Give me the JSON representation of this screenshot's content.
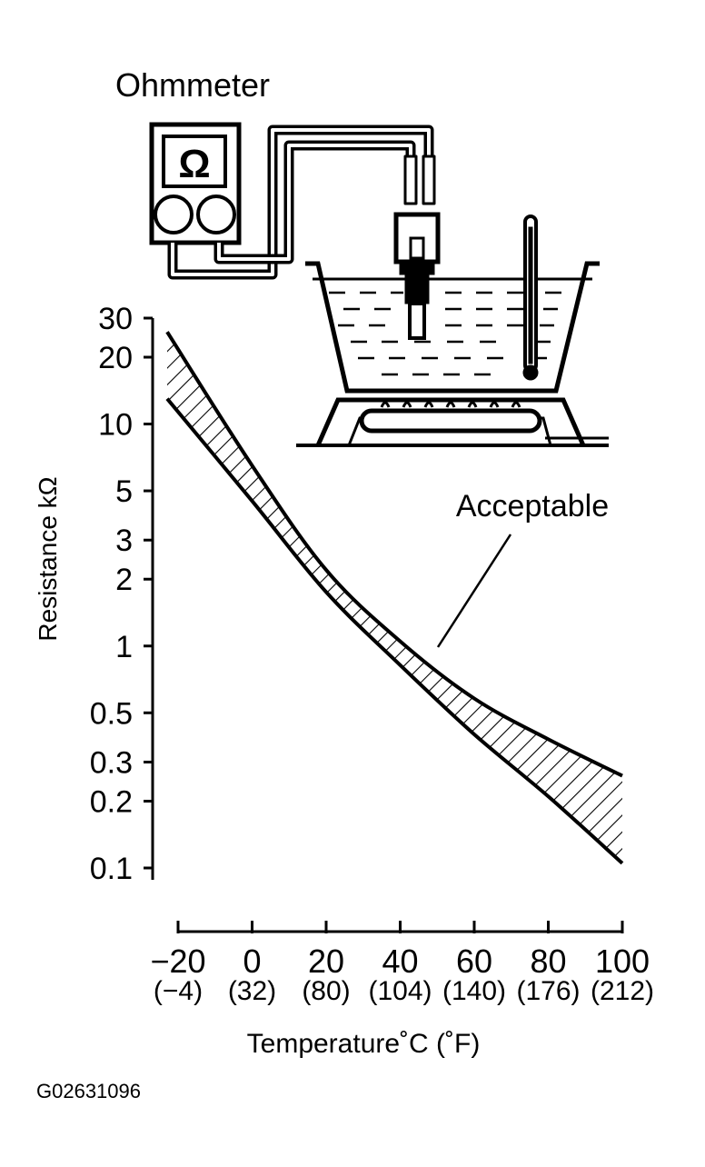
{
  "diagram": {
    "meter_label": "Ohmmeter",
    "meter_symbol": "Ω",
    "meter_icon": "ohmmeter-icon",
    "thermometer_icon": "thermometer-icon",
    "heater_icon": "burner-icon"
  },
  "chart_data": {
    "type": "area",
    "ylabel": "Resistance kΩ",
    "xlabel": "Temperature˚C (˚F)",
    "x_scale": "linear",
    "y_scale": "log",
    "xlim": [
      -20,
      100
    ],
    "ylim": [
      0.1,
      30
    ],
    "x_ticks": [
      -20,
      0,
      20,
      40,
      60,
      80,
      100
    ],
    "x_tick_labels": [
      "−20",
      "0",
      "20",
      "40",
      "60",
      "80",
      "100"
    ],
    "x_tick_labels_f": [
      "(−4)",
      "(32)",
      "(80)",
      "(104)",
      "(140)",
      "(176)",
      "(212)"
    ],
    "y_ticks": [
      0.1,
      0.2,
      0.3,
      0.5,
      1,
      2,
      3,
      5,
      10,
      20,
      30
    ],
    "y_tick_labels": [
      "0.1",
      "0.2",
      "0.3",
      "0.5",
      "1",
      "2",
      "3",
      "5",
      "10",
      "20",
      "30"
    ],
    "grid": false,
    "series": [
      {
        "name": "Acceptable",
        "x": [
          -20,
          0,
          20,
          40,
          60,
          80,
          100
        ],
        "upper": [
          26,
          6.5,
          2.2,
          1.05,
          0.58,
          0.38,
          0.26
        ],
        "lower": [
          13,
          4.5,
          1.75,
          0.82,
          0.4,
          0.21,
          0.105
        ]
      }
    ],
    "annotation": "Acceptable",
    "color": "#000000"
  },
  "figure_id": "G02631096"
}
